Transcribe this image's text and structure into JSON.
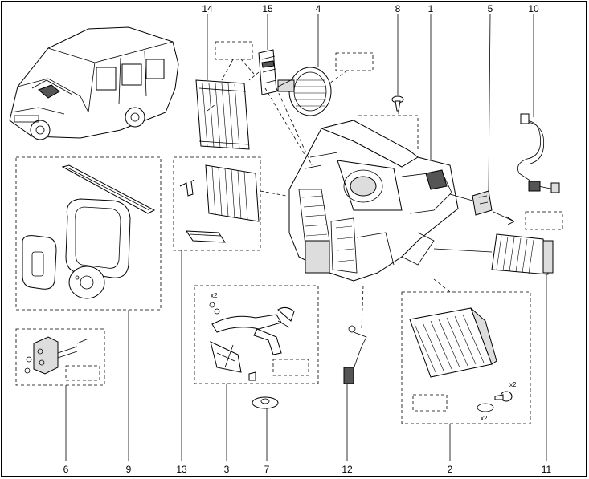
{
  "callouts": [
    {
      "id": "14",
      "label": "14"
    },
    {
      "id": "15",
      "label": "15"
    },
    {
      "id": "4",
      "label": "4"
    },
    {
      "id": "8",
      "label": "8"
    },
    {
      "id": "1",
      "label": "1"
    },
    {
      "id": "5",
      "label": "5"
    },
    {
      "id": "10",
      "label": "10"
    },
    {
      "id": "6",
      "label": "6"
    },
    {
      "id": "9",
      "label": "9"
    },
    {
      "id": "13",
      "label": "13"
    },
    {
      "id": "3",
      "label": "3"
    },
    {
      "id": "7",
      "label": "7"
    },
    {
      "id": "12",
      "label": "12"
    },
    {
      "id": "2",
      "label": "2"
    },
    {
      "id": "11",
      "label": "11"
    }
  ],
  "multipliers": {
    "pipes_x2": "x2",
    "heater_screw_x2": "x2",
    "heater_oring_x2": "x2"
  }
}
